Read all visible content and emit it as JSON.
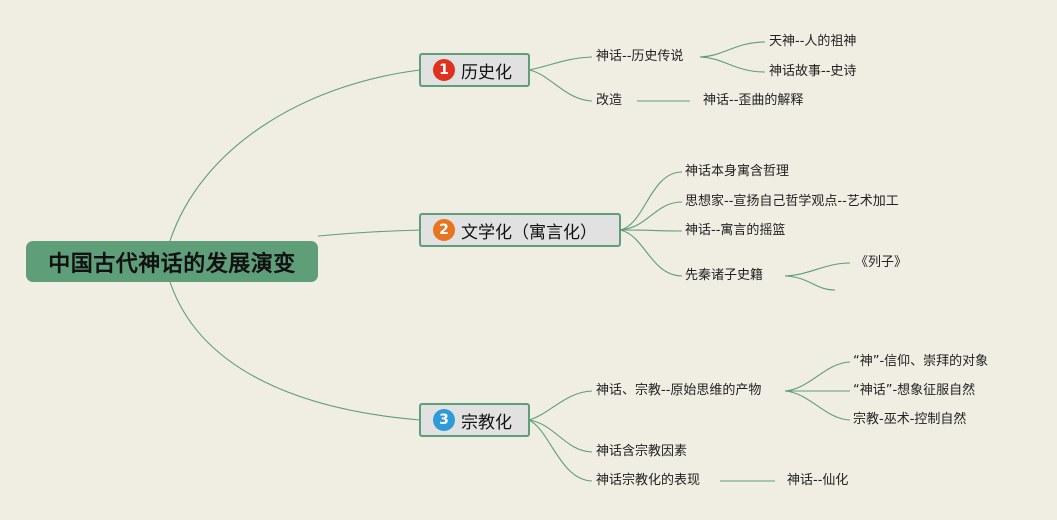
{
  "root": {
    "title": "中国古代神话的发展演变"
  },
  "branches": [
    {
      "number": "1",
      "label": "历史化",
      "color": "#e0311e",
      "children": [
        {
          "text": "神话--历史传说",
          "children": [
            "天神--人的祖神",
            "神话故事--史诗"
          ]
        },
        {
          "text": "改造",
          "children": [
            "神话--歪曲的解释"
          ]
        }
      ]
    },
    {
      "number": "2",
      "label": "文学化（寓言化）",
      "color": "#e9741f",
      "children": [
        {
          "text": "神话本身寓含哲理"
        },
        {
          "text": "思想家--宣扬自己哲学观点--艺术加工"
        },
        {
          "text": "神话--寓言的摇篮"
        },
        {
          "text": "先秦诸子史籍",
          "children": [
            "《列子》",
            ""
          ]
        }
      ]
    },
    {
      "number": "3",
      "label": "宗教化",
      "color": "#2e9bd8",
      "children": [
        {
          "text": "神话、宗教--原始思维的产物",
          "children": [
            "“神”-信仰、崇拜的对象",
            "“神话”-想象征服自然",
            "宗教-巫术-控制自然"
          ]
        },
        {
          "text": "神话含宗教因素"
        },
        {
          "text": "神话宗教化的表现",
          "children": [
            "神话--仙化"
          ]
        }
      ]
    }
  ],
  "colors": {
    "line": "#5e9e78",
    "background": "#f0ede3",
    "root_fill": "#5e9e78",
    "branch_fill": "#e1e1e1"
  }
}
